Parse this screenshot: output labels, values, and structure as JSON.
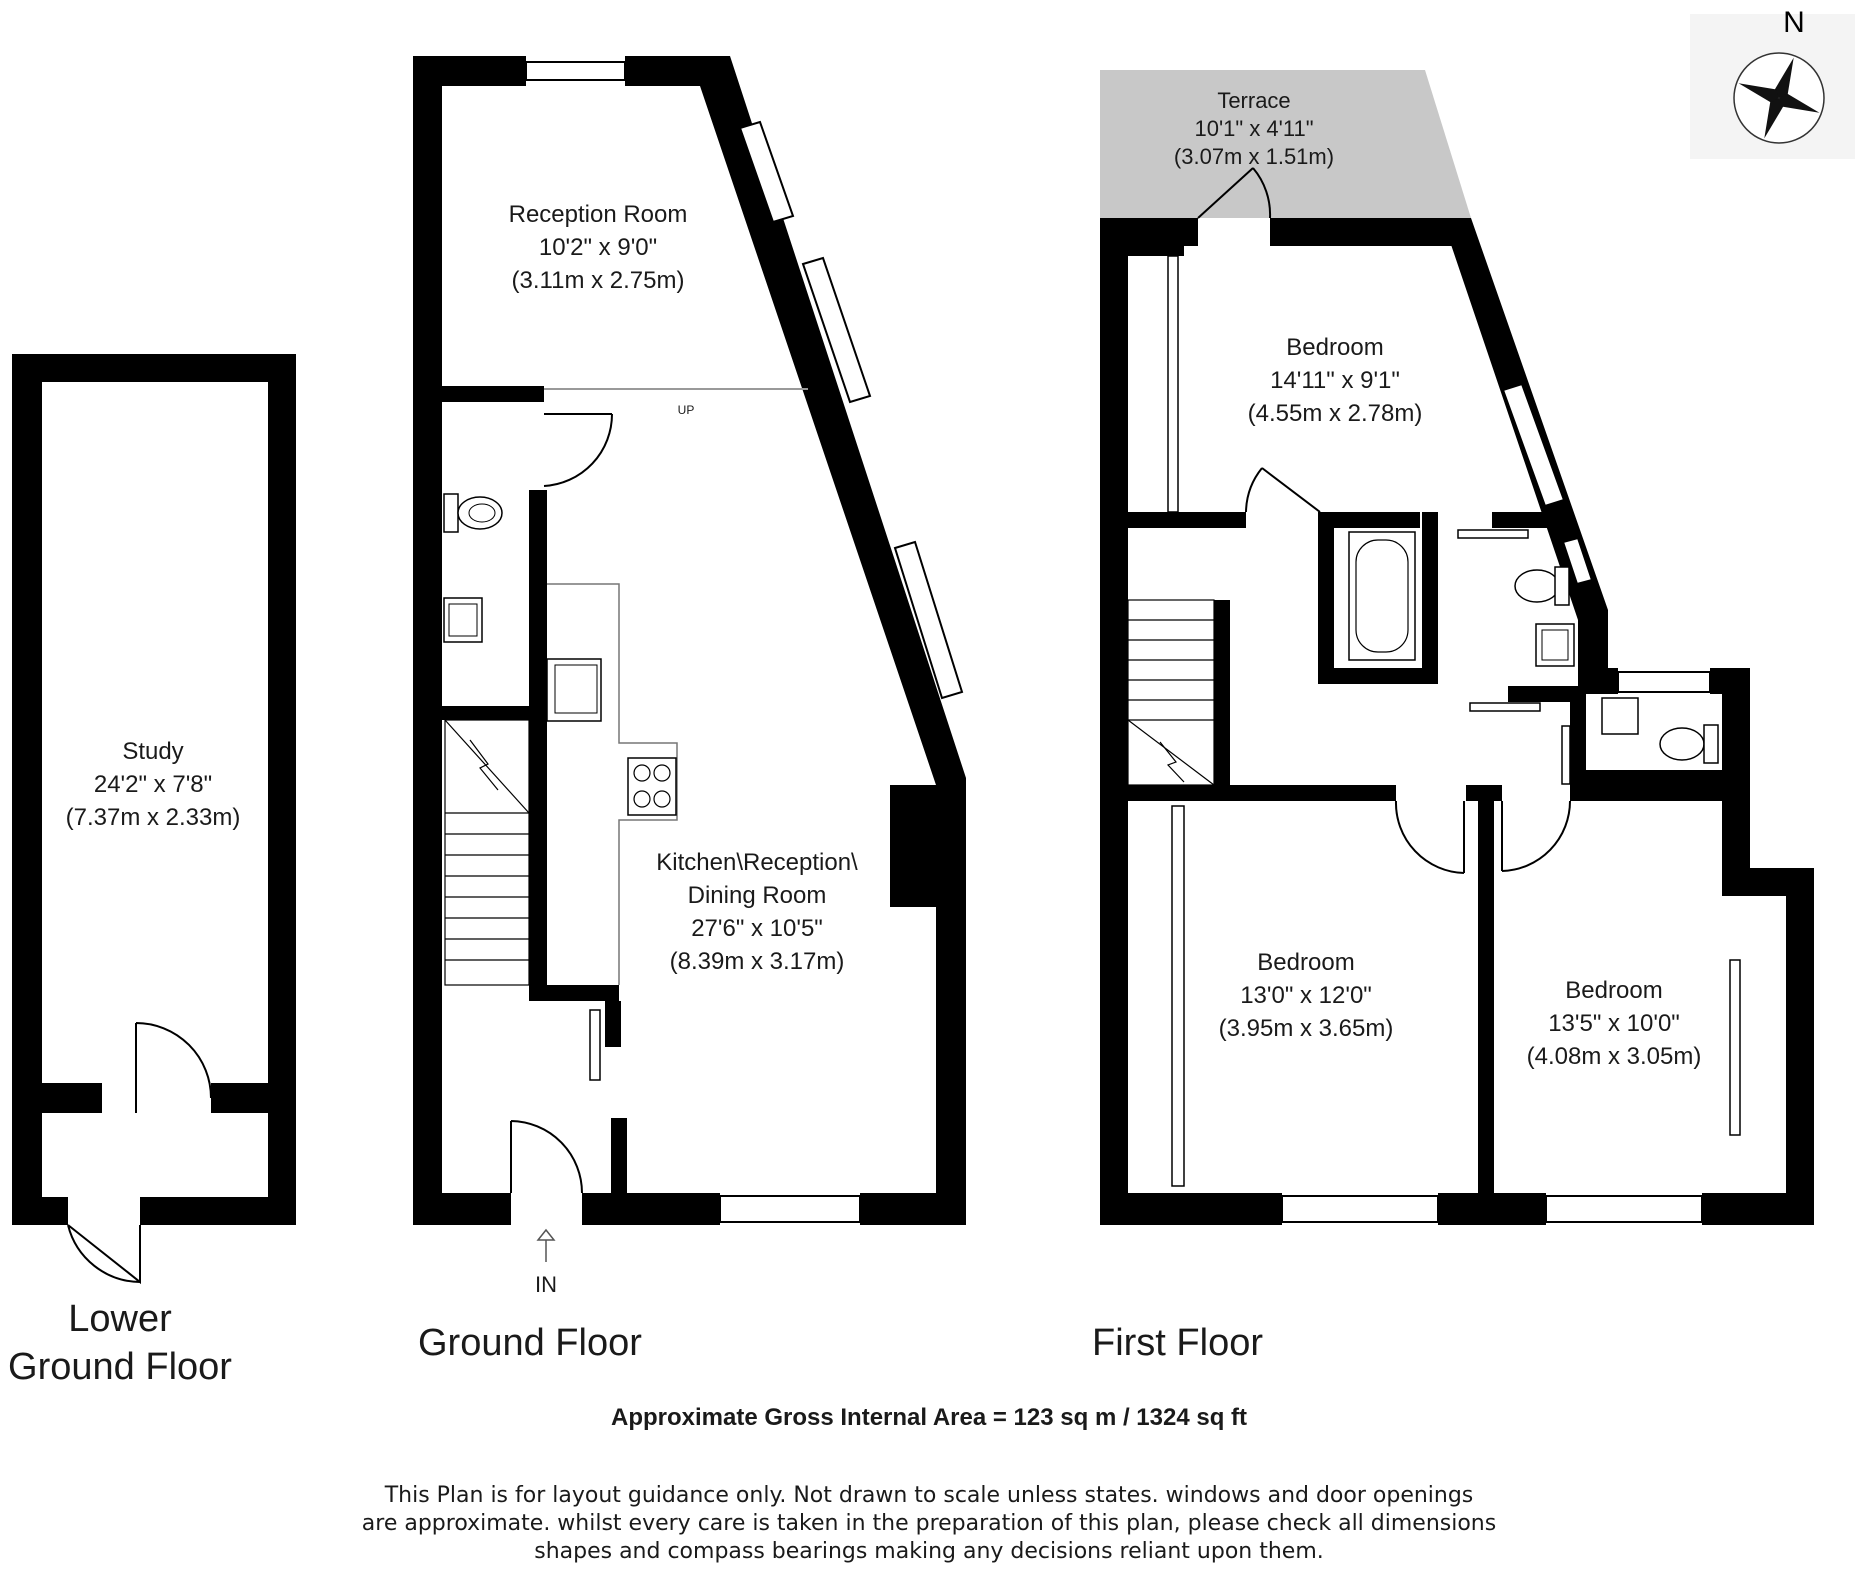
{
  "compass": {
    "north_label": "N",
    "icon": "compass-rose-icon"
  },
  "floors": {
    "lower_ground": {
      "label_line1": "Lower",
      "label_line2": "Ground Floor"
    },
    "ground": {
      "label": "Ground Floor"
    },
    "first": {
      "label": "First Floor"
    }
  },
  "rooms": {
    "study": {
      "name": "Study",
      "imperial": "24'2\" x 7'8\"",
      "metric": "(7.37m x 2.33m)"
    },
    "reception_room": {
      "name": "Reception Room",
      "imperial": "10'2\" x 9'0\"",
      "metric": "(3.11m x 2.75m)"
    },
    "kitchen": {
      "name_line1": "Kitchen\\Reception\\",
      "name_line2": "Dining Room",
      "imperial": "27'6\" x 10'5\"",
      "metric": "(8.39m x 3.17m)"
    },
    "terrace": {
      "name": "Terrace",
      "imperial": "10'1\" x 4'11\"",
      "metric": "(3.07m x 1.51m)"
    },
    "bedroom_top": {
      "name": "Bedroom",
      "imperial": "14'11\" x 9'1\"",
      "metric": "(4.55m x 2.78m)"
    },
    "bedroom_left": {
      "name": "Bedroom",
      "imperial": "13'0\" x 12'0\"",
      "metric": "(3.95m x 3.65m)"
    },
    "bedroom_right": {
      "name": "Bedroom",
      "imperial": "13'5\" x 10'0\"",
      "metric": "(4.08m x 3.05m)"
    }
  },
  "markers": {
    "up": "UP",
    "entrance": "IN"
  },
  "area_text": "Approximate Gross Internal Area = 123 sq m  / 1324 sq ft",
  "disclaimer": [
    "This Plan is for layout guidance only. Not drawn to scale unless states. windows and door openings",
    "are approximate. whilst every care is taken in the preparation of this plan, please check all dimensions",
    "shapes and compass bearings making any decisions reliant upon them."
  ],
  "colors": {
    "wall": "#000000",
    "terrace_fill": "#c8c8c8",
    "window": "#ffffff"
  }
}
